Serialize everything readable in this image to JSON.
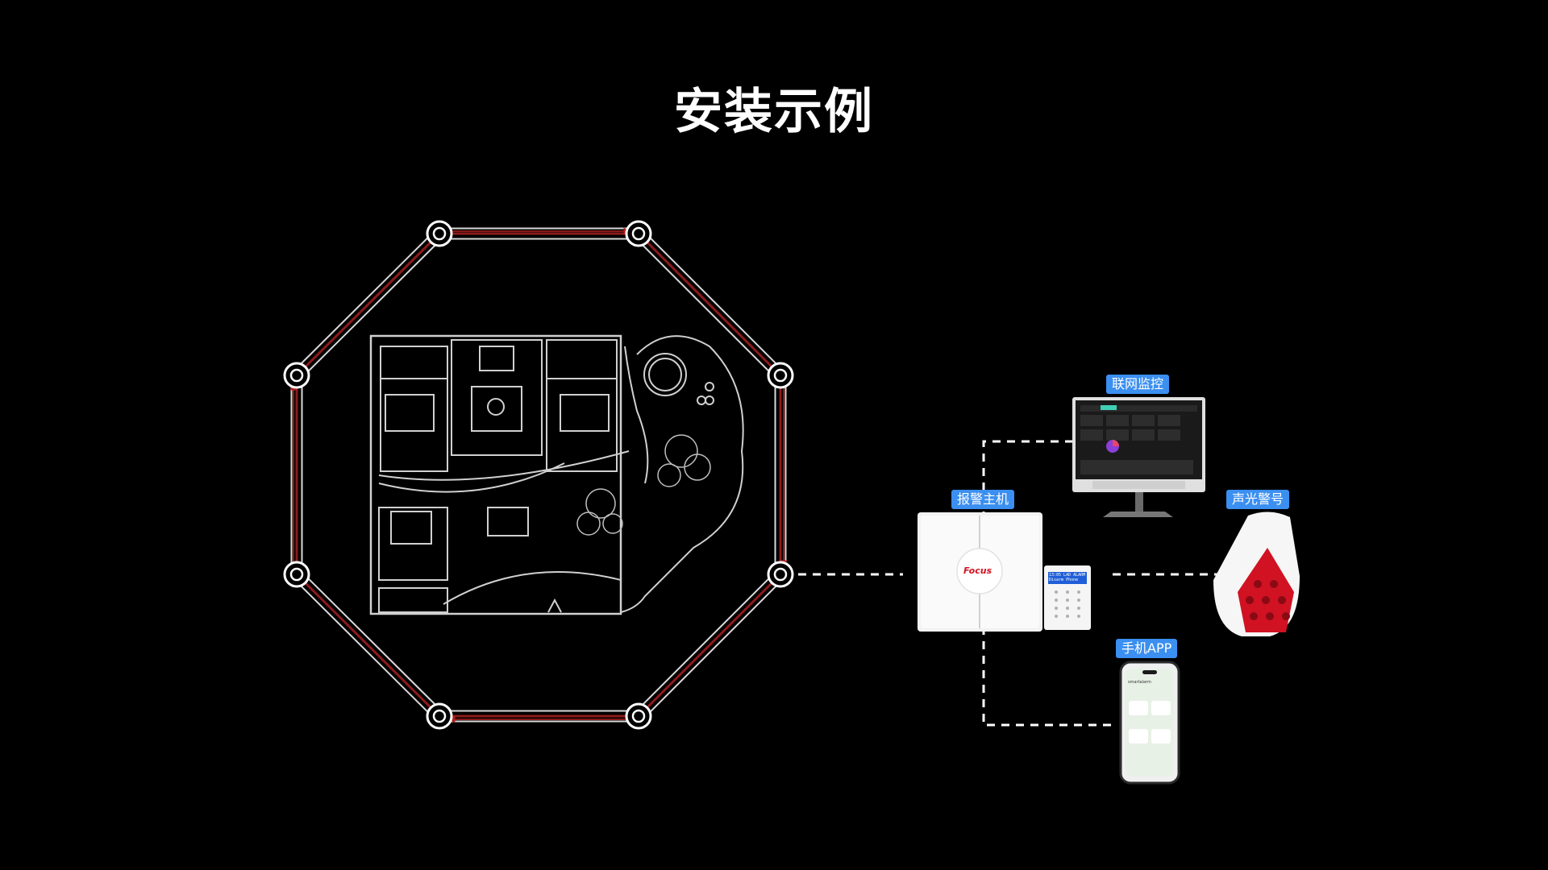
{
  "title": "安装示例",
  "devices": {
    "monitor_label": "联网监控",
    "host_label": "报警主机",
    "siren_label": "声光警号",
    "app_label": "手机APP"
  },
  "host": {
    "logo": "Focus"
  },
  "keypad": {
    "screen_line1": "13:05 LAD ALARM",
    "screen_line2": "Disarm  Phone"
  },
  "phone": {
    "app_name": "smartalarm"
  },
  "colors": {
    "accent": "#3b8ff0",
    "fence": "#9b1c1c",
    "siren": "#d01222"
  }
}
